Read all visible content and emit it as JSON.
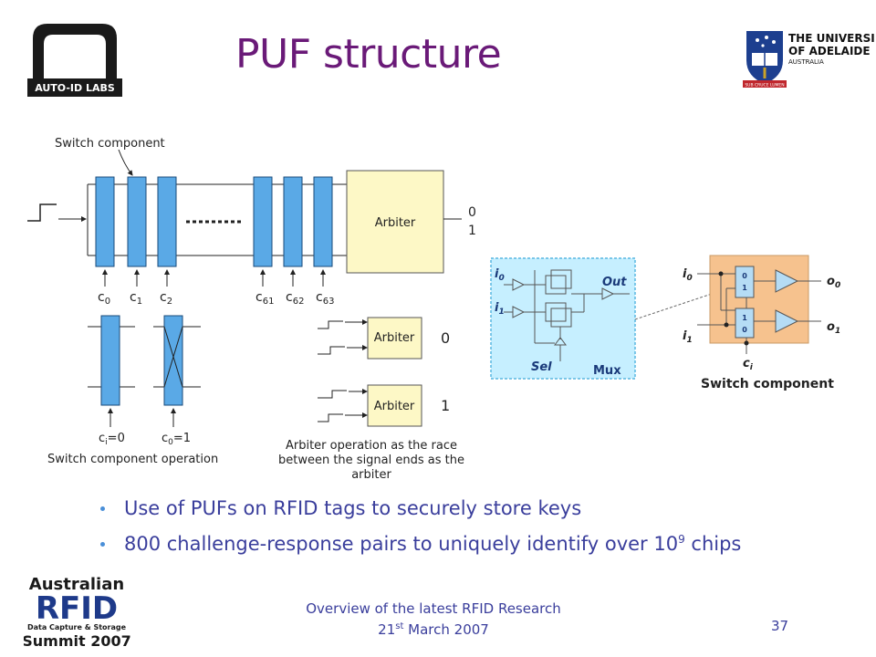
{
  "slide": {
    "title": "PUF structure",
    "bullets": [
      {
        "text": "Use of PUFs on RFID tags to securely store keys"
      },
      {
        "pre": "800 challenge-response pairs to uniquely identify over 10",
        "sup": "9",
        "post": " chips"
      }
    ],
    "footer": {
      "line1": "Overview of the latest RFID Research",
      "line2_day": "21",
      "line2_suffix": "st",
      "line2_rest": " March 2007"
    },
    "page_number": "37"
  },
  "logos": {
    "autoid": {
      "text": "AUTO-ID LABS"
    },
    "adelaide": {
      "line1": "THE UNIVERSITY",
      "line2": "OF ADELAIDE",
      "line3": "AUSTRALIA",
      "motto": "SUB CRUCE LUMEN"
    },
    "summit": {
      "line1": "Australian",
      "line2": "RFID",
      "line3": "Data Capture & Storage",
      "line4": "Summit 2007"
    }
  },
  "diagram": {
    "switch_component_label": "Switch component",
    "arbiter_label": "Arbiter",
    "output_0": "0",
    "output_1": "1",
    "challenge_bits": [
      {
        "base": "c",
        "sub": "0"
      },
      {
        "base": "c",
        "sub": "1"
      },
      {
        "base": "c",
        "sub": "2"
      },
      {
        "base": "c",
        "sub": "61"
      },
      {
        "base": "c",
        "sub": "62"
      },
      {
        "base": "c",
        "sub": "63"
      }
    ],
    "ci_eq0": {
      "base": "c",
      "sub": "i",
      "rest": "=0"
    },
    "c0_eq1": {
      "base": "c",
      "sub": "0",
      "rest": "=1"
    },
    "switch_operation_caption": "Switch component operation",
    "arbiter_caption": [
      "Arbiter operation as the race",
      "between the signal ends as the",
      "arbiter"
    ],
    "arbiter_out_top": "0",
    "arbiter_out_bottom": "1"
  },
  "mux": {
    "i0": "i",
    "i0_sub": "0",
    "i1": "i",
    "i1_sub": "1",
    "out": "Out",
    "sel": "Sel",
    "label": "Mux"
  },
  "switch_detail": {
    "i0": "i",
    "i0_sub": "0",
    "i1": "i",
    "i1_sub": "1",
    "o0": "o",
    "o0_sub": "0",
    "o1": "o",
    "o1_sub": "1",
    "ci": "c",
    "ci_sub": "i",
    "top_mux_bits": [
      "0",
      "1"
    ],
    "bottom_mux_bits": [
      "1",
      "0"
    ],
    "caption": "Switch component"
  },
  "colors": {
    "title": "#6a1a78",
    "body_text": "#3a3e9c",
    "stage_fill": "#5aa9e6",
    "arbiter_fill": "#fdf8c6",
    "mux_panel": "#c6efff",
    "switch_panel": "#f6c28e"
  }
}
